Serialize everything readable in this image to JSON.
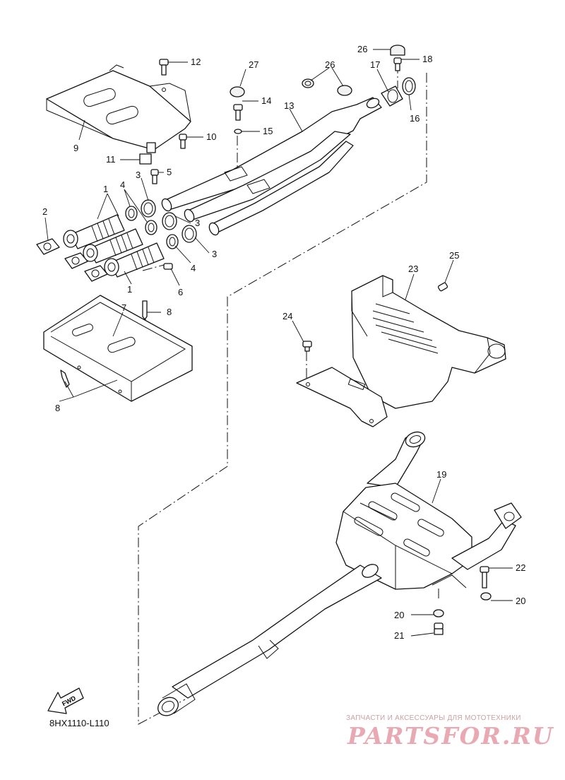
{
  "diagram": {
    "code": "8HX1110-L110",
    "fwd_label": "FWD",
    "watermark": {
      "caption": "ЗАПЧАСТИ И АКСЕССУАРЫ ДЛЯ МОТОТЕХНИКИ",
      "logo": "PARTSFOR.RU"
    },
    "callouts": [
      {
        "id": "c12a",
        "text": "12"
      },
      {
        "id": "c26a",
        "text": "26"
      },
      {
        "id": "c18",
        "text": "18"
      },
      {
        "id": "c27",
        "text": "27"
      },
      {
        "id": "c26b",
        "text": "26"
      },
      {
        "id": "c17",
        "text": "17"
      },
      {
        "id": "c14",
        "text": "14"
      },
      {
        "id": "c13",
        "text": "13"
      },
      {
        "id": "c16",
        "text": "16"
      },
      {
        "id": "c15",
        "text": "15"
      },
      {
        "id": "c9",
        "text": "9"
      },
      {
        "id": "c10",
        "text": "10"
      },
      {
        "id": "c11",
        "text": "11"
      },
      {
        "id": "c3a",
        "text": "3"
      },
      {
        "id": "c5",
        "text": "5"
      },
      {
        "id": "c1a",
        "text": "1"
      },
      {
        "id": "c4a",
        "text": "4"
      },
      {
        "id": "c2",
        "text": "2"
      },
      {
        "id": "c3b",
        "text": "3"
      },
      {
        "id": "c3c",
        "text": "3"
      },
      {
        "id": "c4b",
        "text": "4"
      },
      {
        "id": "c6",
        "text": "6"
      },
      {
        "id": "c1b",
        "text": "1"
      },
      {
        "id": "c25",
        "text": "25"
      },
      {
        "id": "c23",
        "text": "23"
      },
      {
        "id": "c7",
        "text": "7"
      },
      {
        "id": "c8a",
        "text": "8"
      },
      {
        "id": "c24",
        "text": "24"
      },
      {
        "id": "c8b",
        "text": "8"
      },
      {
        "id": "c19",
        "text": "19"
      },
      {
        "id": "c22",
        "text": "22"
      },
      {
        "id": "c20a",
        "text": "20"
      },
      {
        "id": "c20b",
        "text": "20"
      },
      {
        "id": "c21",
        "text": "21"
      }
    ]
  }
}
